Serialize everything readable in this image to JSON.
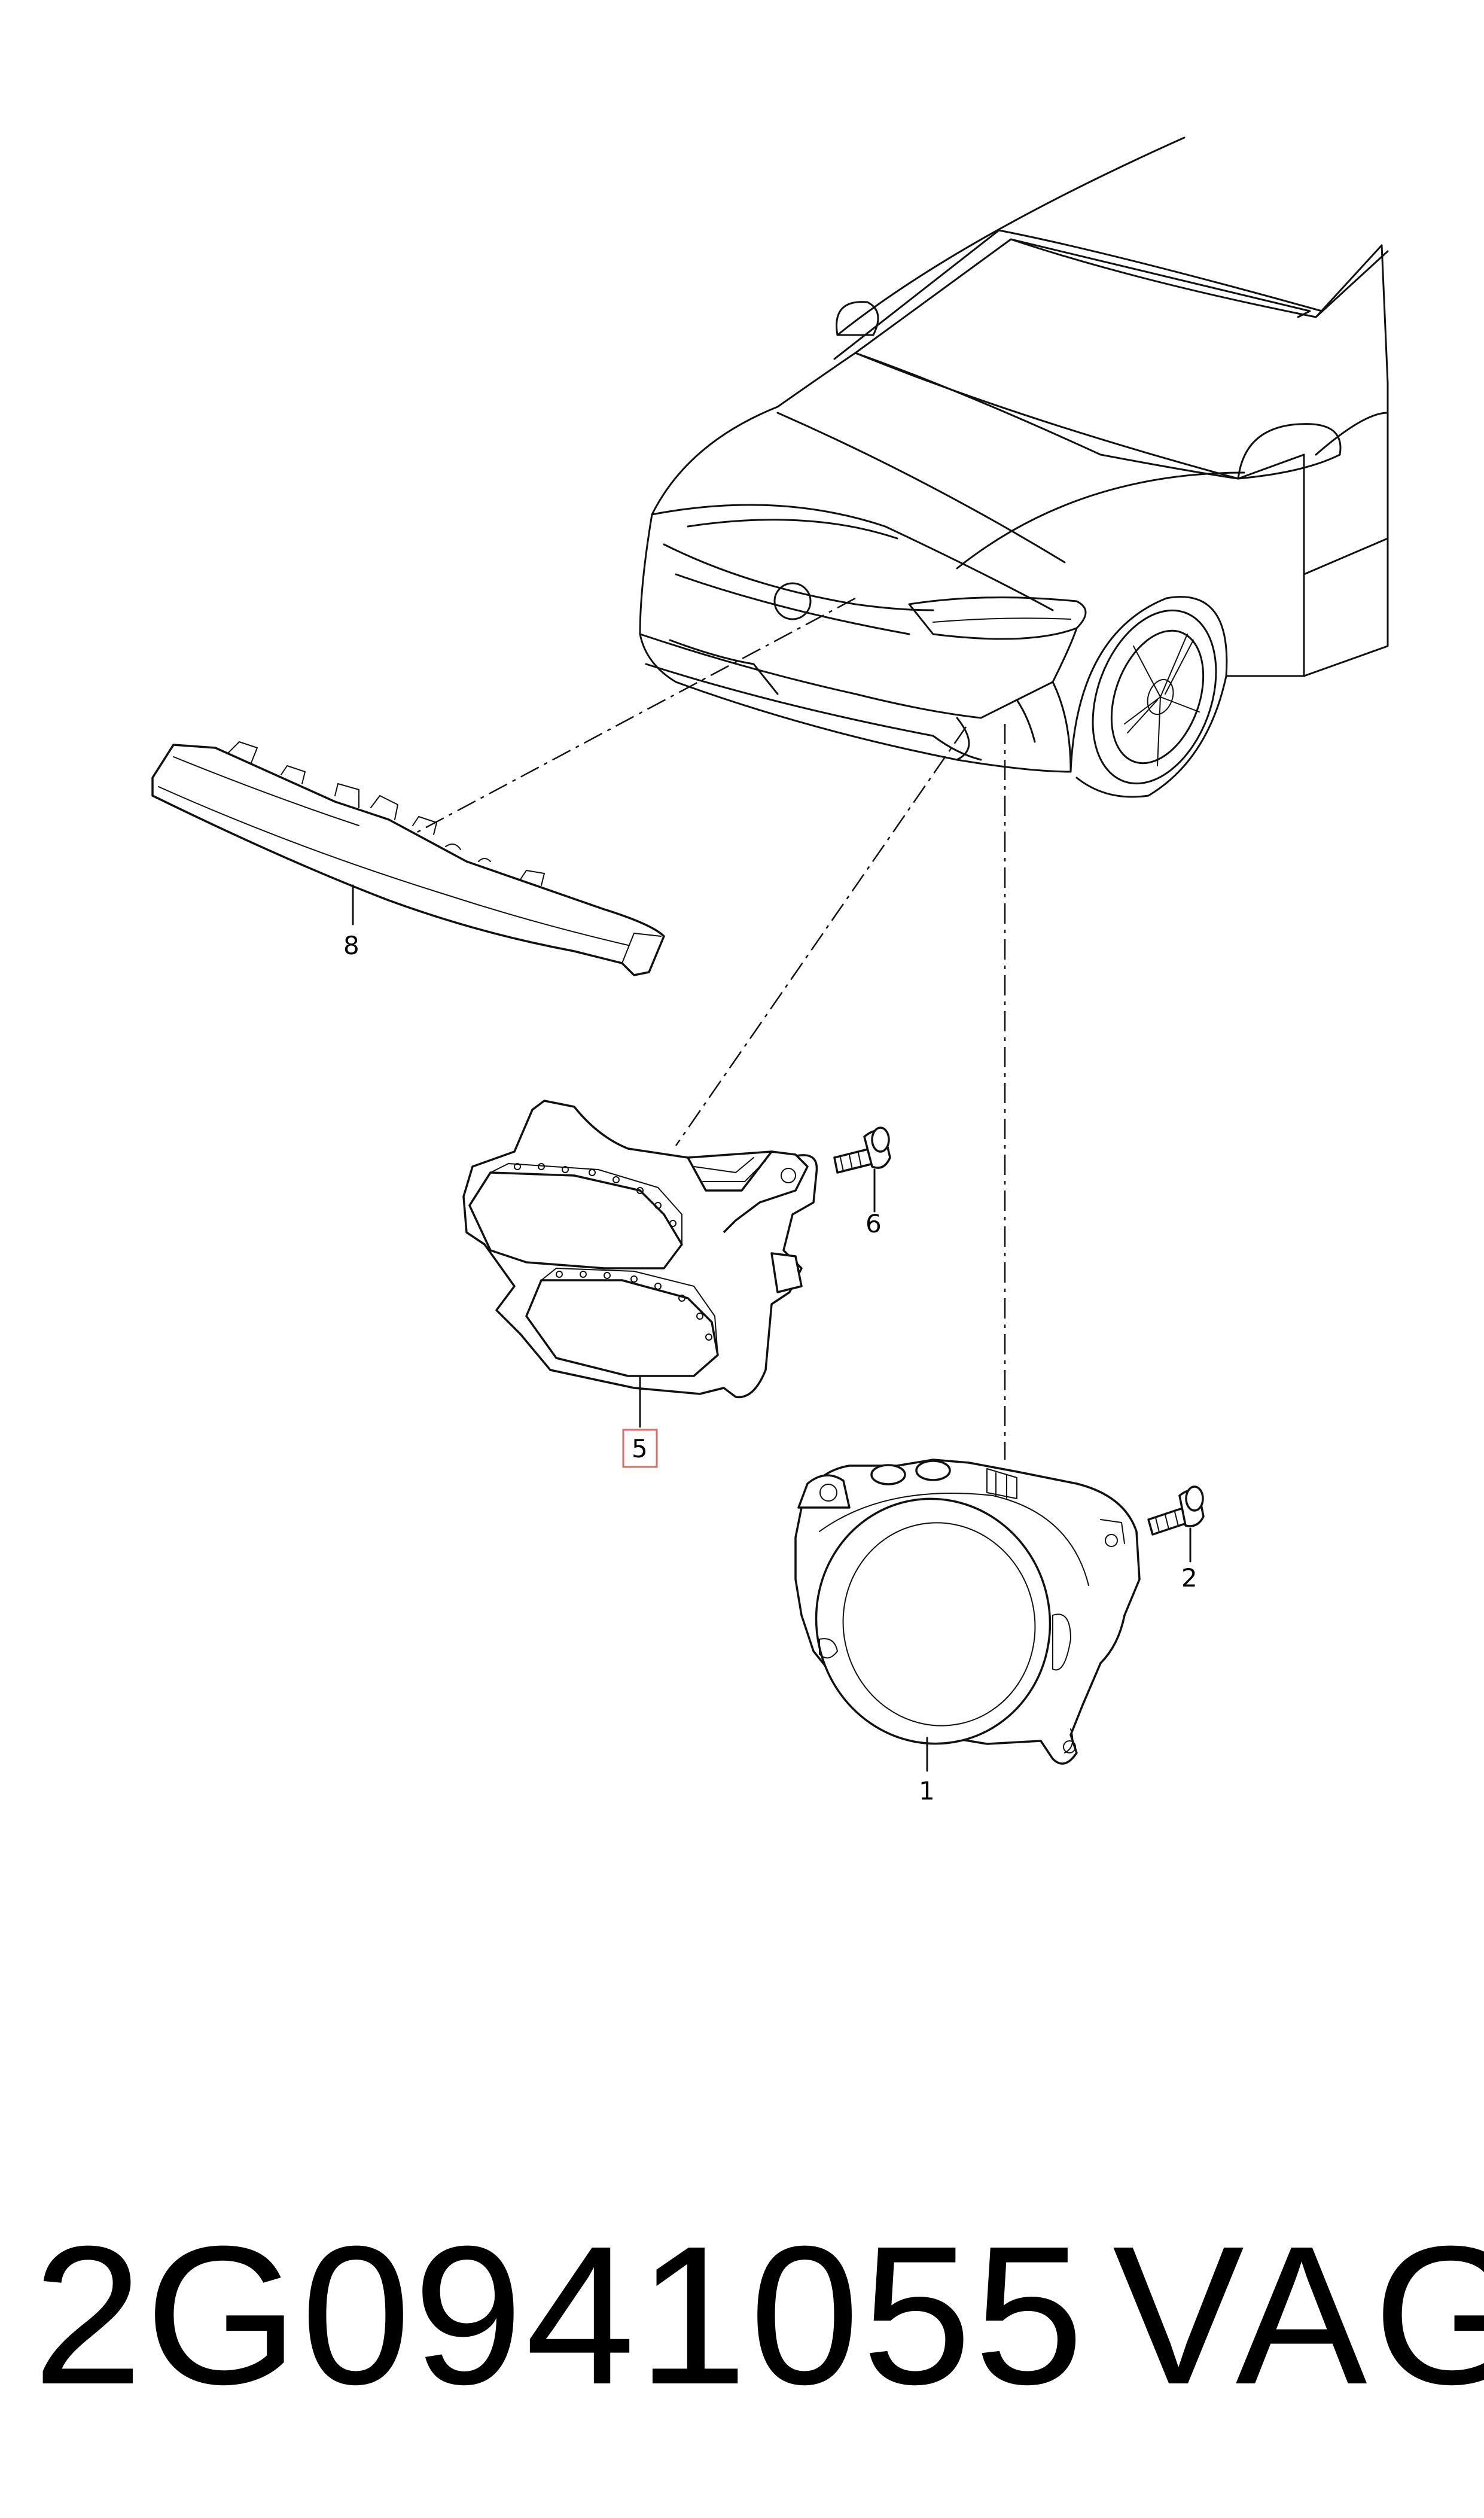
{
  "callouts": {
    "c1": "1",
    "c2": "2",
    "c5": "5",
    "c6": "6",
    "c8": "8"
  },
  "highlighted_callout": "5",
  "footer": {
    "part_number": "2G0941055",
    "brand": "VAG"
  },
  "colors": {
    "line": "#111111",
    "highlight_box": "#e06a6a",
    "background": "#ffffff"
  }
}
